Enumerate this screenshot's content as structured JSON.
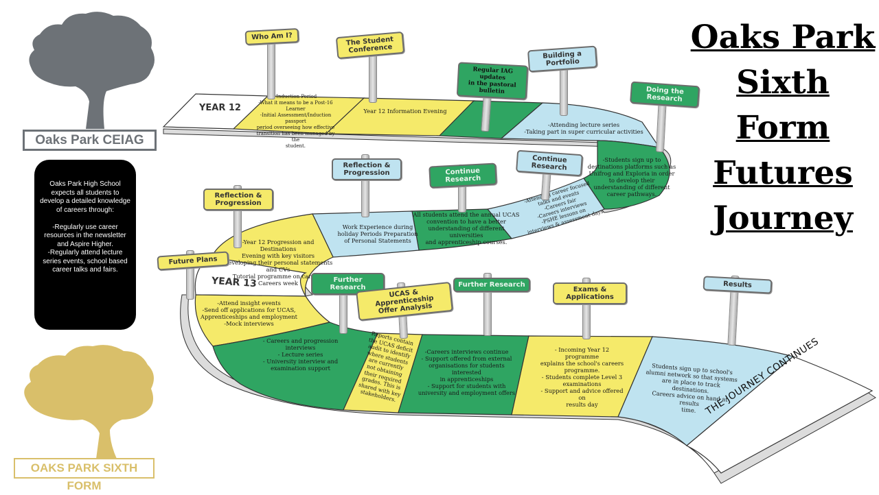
{
  "title": {
    "lines": [
      "Oaks Park",
      "Sixth",
      "Form",
      "Futures",
      "Journey"
    ]
  },
  "logos": {
    "ceiag": {
      "caption": "Oaks Park CEIAG",
      "color": "#6d7277"
    },
    "sixth_form": {
      "caption": "OAKS PARK SIXTH FORM",
      "color": "#d9bf6a"
    }
  },
  "infobox": {
    "text": "Oaks Park High School expects all students to develop a detailed knowledge of careers through:\n\n-Regularly  use career resources in the newsletter and Aspire Higher.\n-Regularly attend lecture series events, school based career talks and fairs."
  },
  "colors": {
    "yellow": "#f5ea6a",
    "green": "#2fa562",
    "blue": "#bfe3f0",
    "white": "#ffffff",
    "edge": "#dcdcdc"
  },
  "year_labels": {
    "year12": "YEAR 12",
    "year13": "YEAR 13",
    "end": "THE JOURNEY CONTINUES"
  },
  "signs": [
    {
      "id": "who-am-i",
      "label": "Who Am I?",
      "color": "yellow"
    },
    {
      "id": "student-conference",
      "label": "The Student\nConference",
      "color": "yellow"
    },
    {
      "id": "regular-iag",
      "label": "Regular IAG updates\nin the pastoral\nbulletin",
      "color": "green"
    },
    {
      "id": "building-portfolio",
      "label": "Building a\nPortfolio",
      "color": "blue"
    },
    {
      "id": "doing-research",
      "label": "Doing the\nResearch",
      "color": "green"
    },
    {
      "id": "continue-research-1",
      "label": "Continue\nResearch",
      "color": "blue"
    },
    {
      "id": "continue-research-2",
      "label": "Continue\nResearch",
      "color": "green"
    },
    {
      "id": "reflection-progression-1",
      "label": "Reflection &\nProgression",
      "color": "blue"
    },
    {
      "id": "reflection-progression-2",
      "label": "Reflection &\nProgression",
      "color": "yellow"
    },
    {
      "id": "future-plans",
      "label": "Future Plans",
      "color": "yellow"
    },
    {
      "id": "further-research-1",
      "label": "Further Research",
      "color": "green"
    },
    {
      "id": "ucas-apprenticeship",
      "label": "UCAS & Apprenticeship\nOffer Analysis",
      "color": "yellow"
    },
    {
      "id": "further-research-2",
      "label": "Further Research",
      "color": "green"
    },
    {
      "id": "exams-applications",
      "label": "Exams &\nApplications",
      "color": "yellow"
    },
    {
      "id": "results",
      "label": "Results",
      "color": "blue"
    }
  ],
  "segments": [
    {
      "id": "induction",
      "color": "yellow",
      "text": "-Induction Period\n-What it means to be a Post-16 Learner\n-Initial Assessment/Induction passport\nperiod overseeing how effective\ntransition has been managed by the\nstudent."
    },
    {
      "id": "info-evening",
      "color": "yellow",
      "text": "Year 12 Information Evening"
    },
    {
      "id": "iag-green",
      "color": "green",
      "text": ""
    },
    {
      "id": "lectures",
      "color": "blue",
      "text": "-Attending lecture series\n-Taking part in super curricular activities"
    },
    {
      "id": "destinations",
      "color": "green",
      "text": "-Students sign up to\ndestinations platforms such as\nUnifrog and Exploria in order\nto develop their\nunderstanding of different\ncareer pathways."
    },
    {
      "id": "career-talks",
      "color": "blue",
      "text": "-Attending career focused\ntalks and events\n-Careers fair\n-Careers interviews\n-PSHE lessons on\ninterviews  & assessment days"
    },
    {
      "id": "ucas-convention",
      "color": "green",
      "text": "All students attend the annual UCAS\nconvention to have a better\nunderstanding of different universities\nand apprenticeship courses."
    },
    {
      "id": "work-experience",
      "color": "blue",
      "text": "Work Experience during\nholiday Periods Preparation\nof Personal Statements"
    },
    {
      "id": "progression-evening",
      "color": "yellow",
      "text": "-Year 12 Progression and Destinations\nEvening with key visitors\nDeveloping their personal statements and CVs\nTutorial programme on careers\nCareers week"
    },
    {
      "id": "applications",
      "color": "yellow",
      "text": "-Attend insight events\n-Send off applications for UCAS,\nApprenticeships and employment\n-Mock interviews"
    },
    {
      "id": "interviews",
      "color": "green",
      "text": "- Careers and progression\ninterviews\n- Lecture series\n- University interview and\nexamination support"
    },
    {
      "id": "deficit-audit",
      "color": "yellow",
      "text": "Reports contain\nthe UCAS deficit\naudit to identify\nwhere students\nare currently\nnot obtaining\ntheir required\ngrades. This is\nshared with key\nstakeholders."
    },
    {
      "id": "external-support",
      "color": "green",
      "text": "-Careers interviews continue\n- Support offered from external\norganisations for students interested\nin apprenticeships\n- Support for students with\nuniversity and employment offers"
    },
    {
      "id": "exams",
      "color": "yellow",
      "text": "- Incoming Year 12 programme\nexplains the school's careers\nprogramme.\n- Students complete Level 3\nexaminations\n- Support and advice offered on\nresults day"
    },
    {
      "id": "alumni",
      "color": "blue",
      "text": "Students sign up to school's\nalumni network so that systems\nare in place to track destinations.\nCareers advice on hand at results\ntime."
    }
  ]
}
